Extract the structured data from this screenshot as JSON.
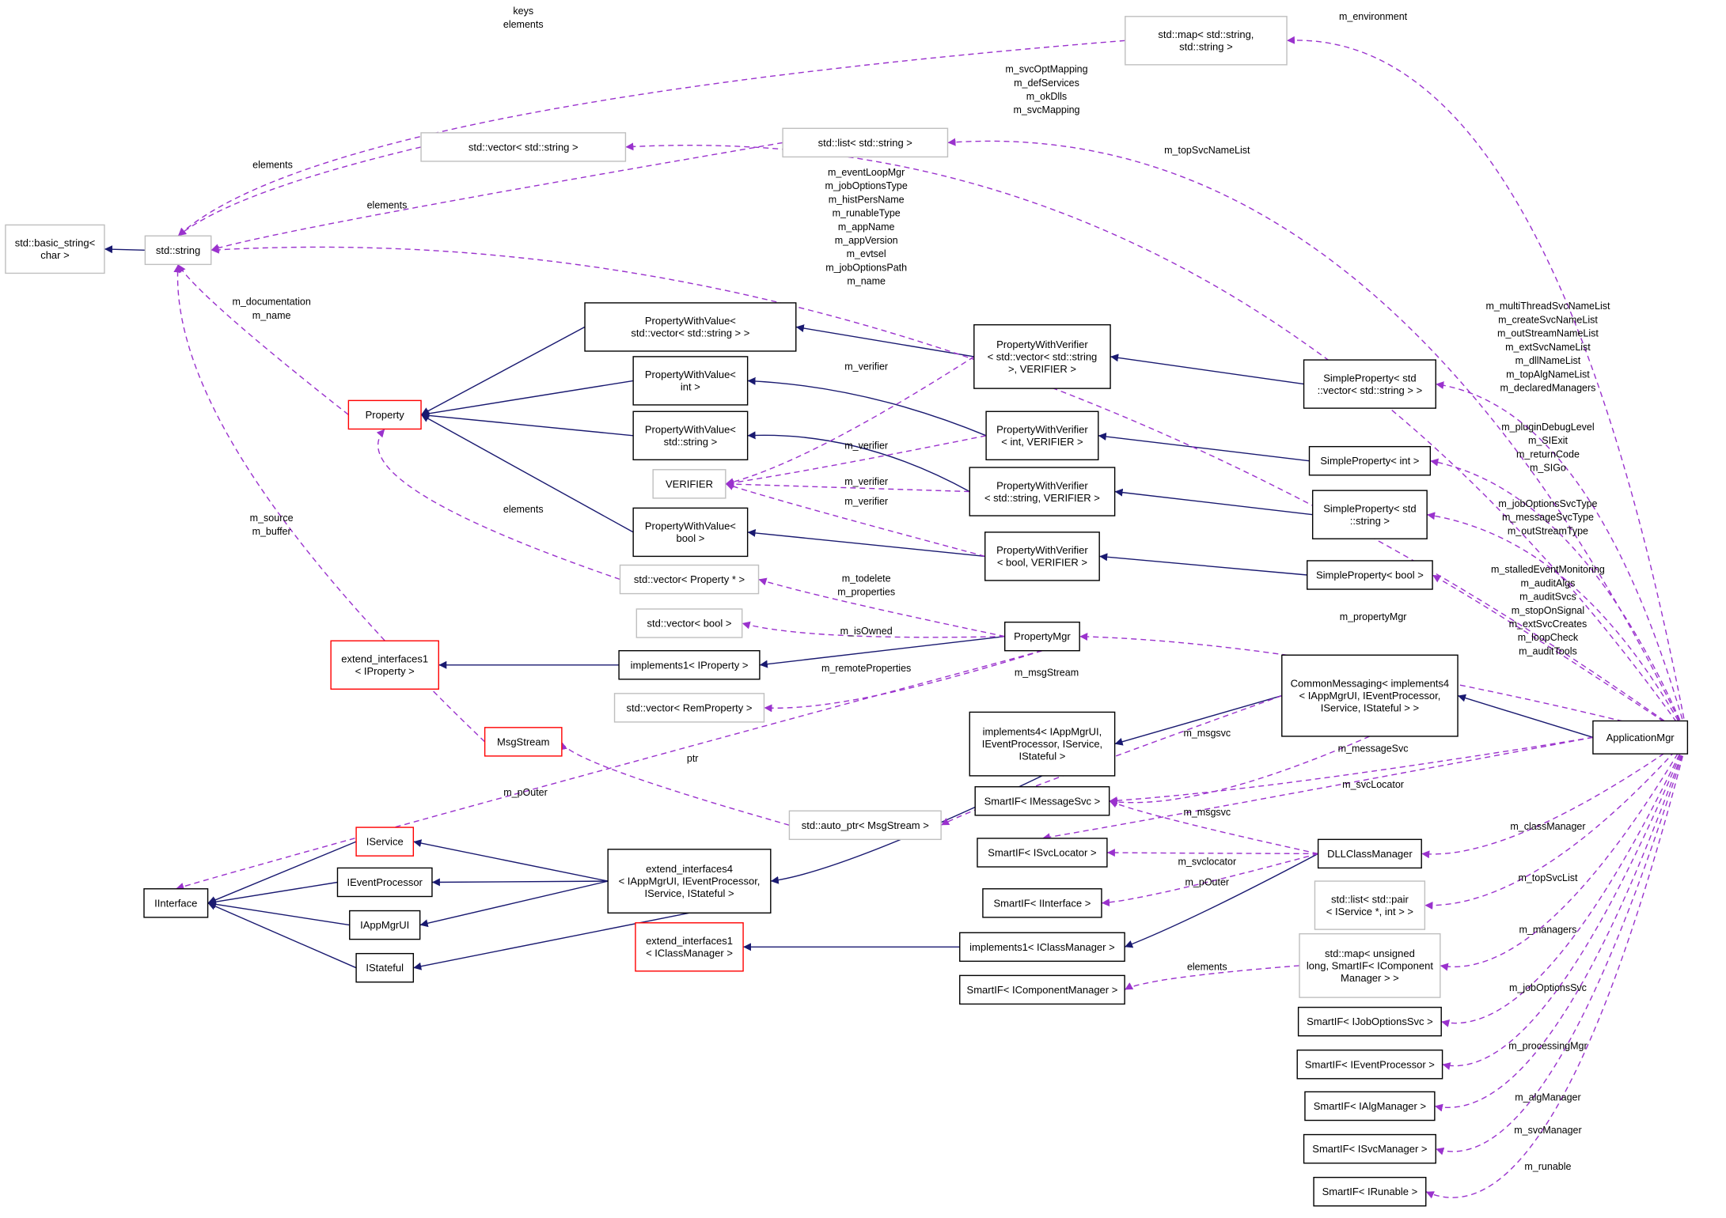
{
  "colors": {
    "inheritance_edge": "#191970",
    "usage_edge": "#9a32cd",
    "node_border_normal": "#000000",
    "node_border_undocumented": "#bfbfbf",
    "node_border_truncated": "#ff0000",
    "focus_node_fill": "#bfbfbf"
  },
  "nodes": {
    "application_mgr": "ApplicationMgr",
    "std_map_string_string": [
      "std::map< std::string,",
      "std::string >"
    ],
    "std_vector_string": [
      "std::vector< std::string >"
    ],
    "std_list_string": [
      "std::list< std::string >"
    ],
    "std_basic_string": [
      "std::basic_string<",
      "char >"
    ],
    "std_string": [
      "std::string"
    ],
    "property": [
      "Property"
    ],
    "property_with_value_vector": [
      "PropertyWithValue<",
      "std::vector< std::string > >"
    ],
    "property_with_value_int": [
      "PropertyWithValue<",
      "int >"
    ],
    "property_with_value_string": [
      "PropertyWithValue<",
      "std::string >"
    ],
    "property_with_value_bool": [
      "PropertyWithValue<",
      "bool >"
    ],
    "verifier": [
      "VERIFIER"
    ],
    "property_with_verifier_vector": [
      "PropertyWithVerifier",
      "< std::vector< std::string",
      ">, VERIFIER >"
    ],
    "property_with_verifier_int": [
      "PropertyWithVerifier",
      "< int, VERIFIER >"
    ],
    "property_with_verifier_string": [
      "PropertyWithVerifier",
      "< std::string, VERIFIER >"
    ],
    "property_with_verifier_bool": [
      "PropertyWithVerifier",
      "< bool, VERIFIER >"
    ],
    "simple_property_vector": [
      "SimpleProperty< std",
      "::vector< std::string > >"
    ],
    "simple_property_int": [
      "SimpleProperty< int >"
    ],
    "simple_property_string": [
      "SimpleProperty< std",
      "::string >"
    ],
    "simple_property_bool": [
      "SimpleProperty< bool >"
    ],
    "std_vector_property_ptr": [
      "std::vector< Property * >"
    ],
    "std_vector_bool": [
      "std::vector< bool >"
    ],
    "property_mgr": [
      "PropertyMgr"
    ],
    "extend_interfaces1_iproperty": [
      "extend_interfaces1",
      "< IProperty >"
    ],
    "implements1_iproperty": [
      "implements1< IProperty >"
    ],
    "std_vector_remproperty": [
      "std::vector< RemProperty >"
    ],
    "msg_stream": [
      "MsgStream"
    ],
    "common_messaging": [
      "CommonMessaging< implements4",
      "< IAppMgrUI, IEventProcessor,",
      "IService, IStateful > >"
    ],
    "implements4": [
      "implements4< IAppMgrUI,",
      "IEventProcessor, IService,",
      "IStateful >"
    ],
    "smartif_imessagesvc": [
      "SmartIF< IMessageSvc >"
    ],
    "std_auto_ptr_msgstream": [
      "std::auto_ptr< MsgStream >"
    ],
    "iservice": [
      "IService"
    ],
    "ieventprocessor": [
      "IEventProcessor"
    ],
    "iinterface": [
      "IInterface"
    ],
    "iappmgrui": [
      "IAppMgrUI"
    ],
    "istateful": [
      "IStateful"
    ],
    "extend_interfaces4": [
      "extend_interfaces4",
      "< IAppMgrUI, IEventProcessor,",
      "IService, IStateful >"
    ],
    "smartif_isvclocator": [
      "SmartIF< ISvcLocator >"
    ],
    "smartif_iinterface": [
      "SmartIF< IInterface >"
    ],
    "dll_class_manager": [
      "DLLClassManager"
    ],
    "extend_interfaces1_iclassmanager": [
      "extend_interfaces1",
      "< IClassManager >"
    ],
    "implements1_iclassmanager": [
      "implements1< IClassManager >"
    ],
    "smartif_icomponentmanager": [
      "SmartIF< IComponentManager >"
    ],
    "std_list_pair": [
      "std::list< std::pair",
      "< IService *, int > >"
    ],
    "std_map_unsigned": [
      "std::map< unsigned",
      "long, SmartIF< IComponent",
      "Manager > >"
    ],
    "smartif_ijoboptionssvc": [
      "SmartIF< IJobOptionsSvc >"
    ],
    "smartif_ieventprocessor": [
      "SmartIF< IEventProcessor >"
    ],
    "smartif_ialgmanager": [
      "SmartIF< IAlgManager >"
    ],
    "smartif_isvcmanager": [
      "SmartIF< ISvcManager >"
    ],
    "smartif_irunable": [
      "SmartIF< IRunable >"
    ]
  },
  "edge_labels": {
    "keys_elements": [
      "keys",
      "elements"
    ],
    "m_environment": [
      "m_environment"
    ],
    "vector_members": [
      "m_svcOptMapping",
      "m_defServices",
      "m_okDlls",
      "m_svcMapping"
    ],
    "vector_elements": [
      "elements"
    ],
    "list_elements": [
      "elements"
    ],
    "m_topSvcNameList": [
      "m_topSvcNameList"
    ],
    "string_members": [
      "m_eventLoopMgr",
      "m_jobOptionsType",
      "m_histPersName",
      "m_runableType",
      "m_appName",
      "m_appVersion",
      "m_evtsel",
      "m_jobOptionsPath",
      "m_name"
    ],
    "property_string_members": [
      "m_documentation",
      "m_name"
    ],
    "simple_vector_members": [
      "m_multiThreadSvcNameList",
      "m_createSvcNameList",
      "m_outStreamNameList",
      "m_extSvcNameList",
      "m_dllNameList",
      "m_topAlgNameList",
      "m_declaredManagers"
    ],
    "verifier_1": [
      "m_verifier"
    ],
    "verifier_2": [
      "m_verifier"
    ],
    "verifier_3": [
      "m_verifier"
    ],
    "verifier_4": [
      "m_verifier"
    ],
    "simple_int_members": [
      "m_pluginDebugLevel",
      "m_SIExit",
      "m_returnCode",
      "m_SIGo"
    ],
    "simple_string_members": [
      "m_jobOptionsSvcType",
      "m_messageSvcType",
      "m_outStreamType"
    ],
    "msgstream_string_members": [
      "m_source",
      "m_buffer"
    ],
    "property_elements": [
      "elements"
    ],
    "simple_bool_members": [
      "m_stalledEventMonitoring",
      "m_auditAlgs",
      "m_auditSvcs",
      "m_stopOnSignal",
      "m_extSvcCreates",
      "m_loopCheck",
      "m_auditTools"
    ],
    "propmgr_vector_property": [
      "m_todelete",
      "m_properties"
    ],
    "m_isOwned": [
      "m_isOwned"
    ],
    "m_propertyMgr": [
      "m_propertyMgr"
    ],
    "m_remoteProperties": [
      "m_remoteProperties"
    ],
    "m_msgStream": [
      "m_msgStream"
    ],
    "cm_msgsvc": [
      "m_msgsvc"
    ],
    "m_messageSvc": [
      "m_messageSvc"
    ],
    "ptr": [
      "ptr"
    ],
    "m_pOuter_propmgr": [
      "m_pOuter"
    ],
    "m_svcLocator": [
      "m_svcLocator"
    ],
    "dll_msgsvc": [
      "m_msgsvc"
    ],
    "m_classManager": [
      "m_classManager"
    ],
    "dll_svclocator": [
      "m_svclocator"
    ],
    "dll_pouter": [
      "m_pOuter"
    ],
    "m_topSvcList": [
      "m_topSvcList"
    ],
    "map_elements": [
      "elements"
    ],
    "m_managers": [
      "m_managers"
    ],
    "m_jobOptionsSvc": [
      "m_jobOptionsSvc"
    ],
    "m_processingMgr": [
      "m_processingMgr"
    ],
    "m_algManager": [
      "m_algManager"
    ],
    "m_svcManager": [
      "m_svcManager"
    ],
    "m_runable": [
      "m_runable"
    ]
  }
}
